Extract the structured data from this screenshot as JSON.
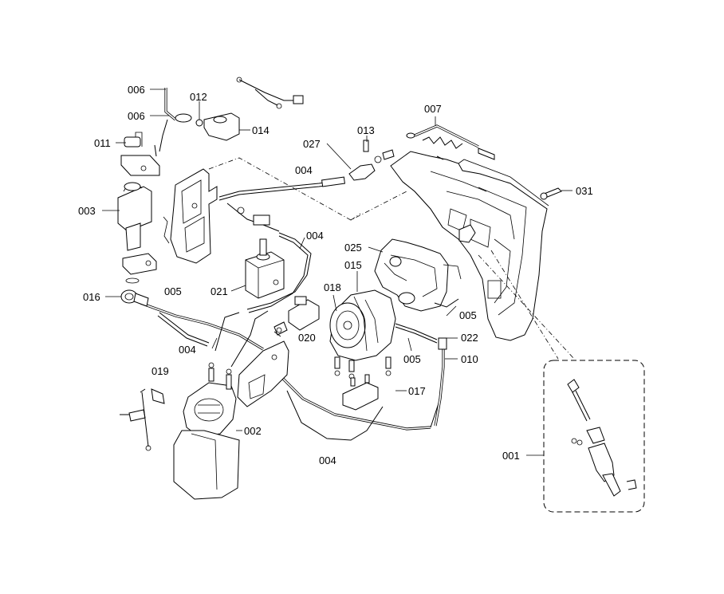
{
  "labels": {
    "l006a": "006",
    "l006b": "006",
    "l012": "012",
    "l014": "014",
    "l011": "011",
    "l003": "003",
    "l005a": "005",
    "l021": "021",
    "l016": "016",
    "l004a": "004",
    "l004b": "004",
    "l004c": "004",
    "l004d": "004",
    "l019": "019",
    "l002": "002",
    "l020": "020",
    "l027": "027",
    "l013": "013",
    "l007": "007",
    "l031": "031",
    "l025": "025",
    "l015": "015",
    "l018": "018",
    "l005b": "005",
    "l022": "022",
    "l005c": "005",
    "l010": "010",
    "l017": "017",
    "l001": "001"
  }
}
